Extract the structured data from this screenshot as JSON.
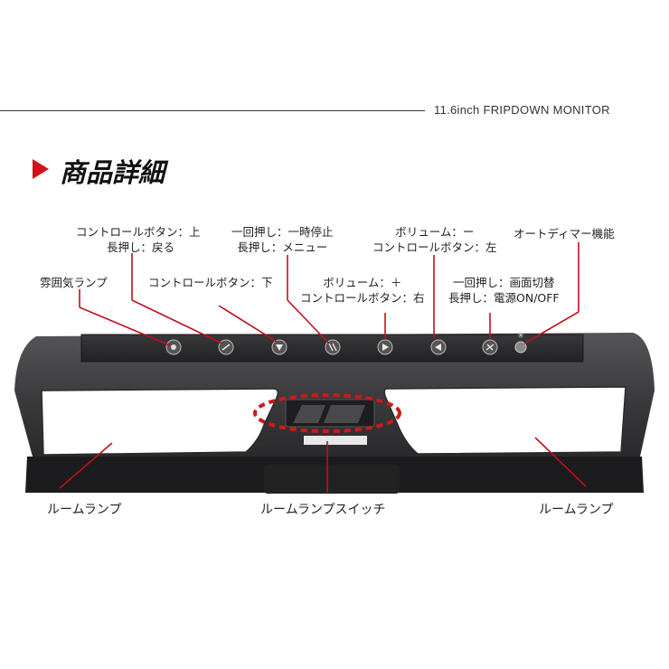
{
  "header": {
    "product_name": "11.6inch FRIPDOWN MONITOR"
  },
  "section": {
    "title": "商品詳細"
  },
  "callouts": {
    "control_up": {
      "line1": "コントロールボタン：上",
      "line2": "長押し：戻る"
    },
    "pause_menu": {
      "line1": "一回押し：一時停止",
      "line2": "長押し：メニュー"
    },
    "vol_down_left": {
      "line1": "ボリューム：ー",
      "line2": "コントロールボタン：左"
    },
    "auto_dimmer": {
      "line1": "オートディマー機能"
    },
    "mood_lamp": {
      "line1": "雰囲気ランプ"
    },
    "control_down": {
      "line1": "コントロールボタン：下"
    },
    "vol_up_right": {
      "line1": "ボリューム：＋",
      "line2": "コントロールボタン：右"
    },
    "screen_power": {
      "line1": "一回押し：画面切替",
      "line2": "長押し：電源ON/OFF"
    },
    "room_lamp_left": {
      "line1": "ルームランプ"
    },
    "room_lamp_switch": {
      "line1": "ルームランプスイッチ"
    },
    "room_lamp_right": {
      "line1": "ルームランプ"
    }
  },
  "colors": {
    "accent": "#d0121b",
    "callout_line": "#c0101a",
    "device_body": "#3a3a3c",
    "panel": "#2c2c2e"
  },
  "icons": [
    "lamp-icon",
    "back-icon",
    "down-arrow-icon",
    "pause-menu-icon",
    "play-right-icon",
    "left-arrow-icon",
    "power-icon",
    "sensor-icon"
  ]
}
